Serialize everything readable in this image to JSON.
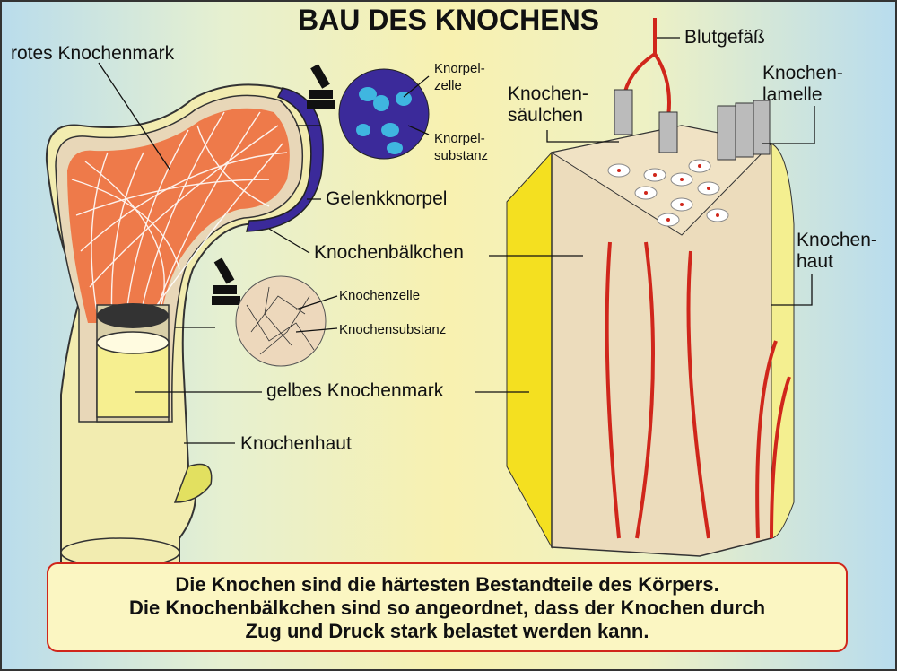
{
  "title": "BAU DES KNOCHENS",
  "labels": {
    "rotes_knochenmark": "rotes Knochenmark",
    "knorpelzelle_1": "Knorpel-",
    "knorpelzelle_2": "zelle",
    "knorpelsubstanz_1": "Knorpel-",
    "knorpelsubstanz_2": "substanz",
    "gelenkknorpel": "Gelenkknorpel",
    "knochenbaelkchen": "Knochenbälkchen",
    "knochenzelle": "Knochenzelle",
    "knochensubstanz": "Knochensubstanz",
    "gelbes_knochenmark": "gelbes Knochenmark",
    "knochenhaut_left": "Knochenhaut",
    "blutgefaess": "Blutgefäß",
    "knochensaeulchen_1": "Knochen-",
    "knochensaeulchen_2": "säulchen",
    "knochenlamelle_1": "Knochen-",
    "knochenlamelle_2": "lamelle",
    "knochenhaut_right_1": "Knochen-",
    "knochenhaut_right_2": "haut"
  },
  "summary": [
    "Die Knochen sind die härtesten Bestandteile des Körpers.",
    "Die Knochenbälkchen sind so angeordnet, dass der Knochen durch",
    "Zug und Druck stark belastet werden kann."
  ],
  "colors": {
    "accent": "#d0261b",
    "cartilage": "#3b2a9a",
    "marrow_red": "#e8502a",
    "bone": "#ecdcbc",
    "yellow_marrow": "#f6ef90"
  }
}
